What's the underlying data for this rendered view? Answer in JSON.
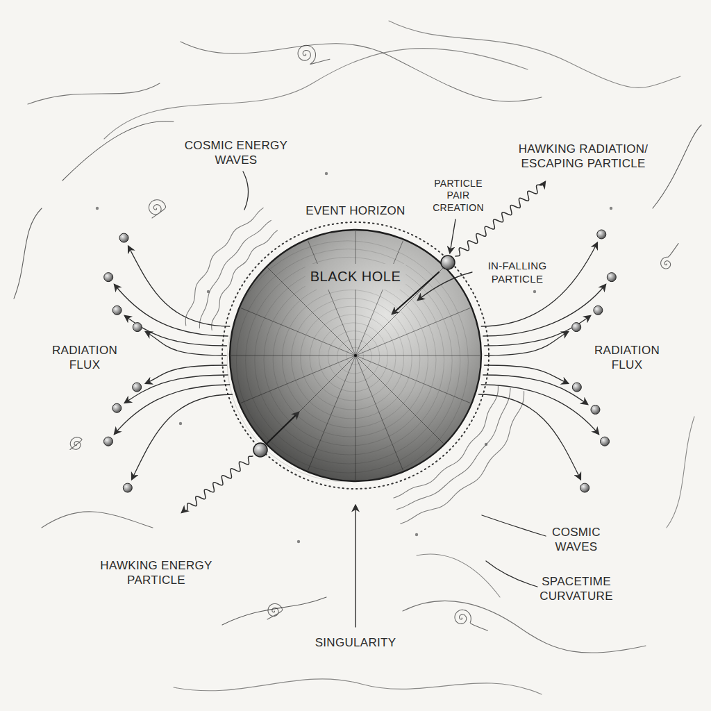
{
  "diagram": {
    "nodes": [
      {
        "text": [
          "BLACK HOLE"
        ]
      }
    ],
    "labels": [
      "COSMIC ENERGY WAVES",
      "HAWKING RADIATION/ ESCAPING PARTICLE",
      "PARTICLE PAIR CREATION",
      "EVENT HORIZON",
      "IN-FALLING PARTICLE",
      "RADIATION FLUX",
      "RADIATION FLUX",
      "HAWKING ENERGY PARTICLE",
      "COSMIC WAVES",
      "SPACETIME CURVATURE",
      "SINGULARITY"
    ]
  }
}
